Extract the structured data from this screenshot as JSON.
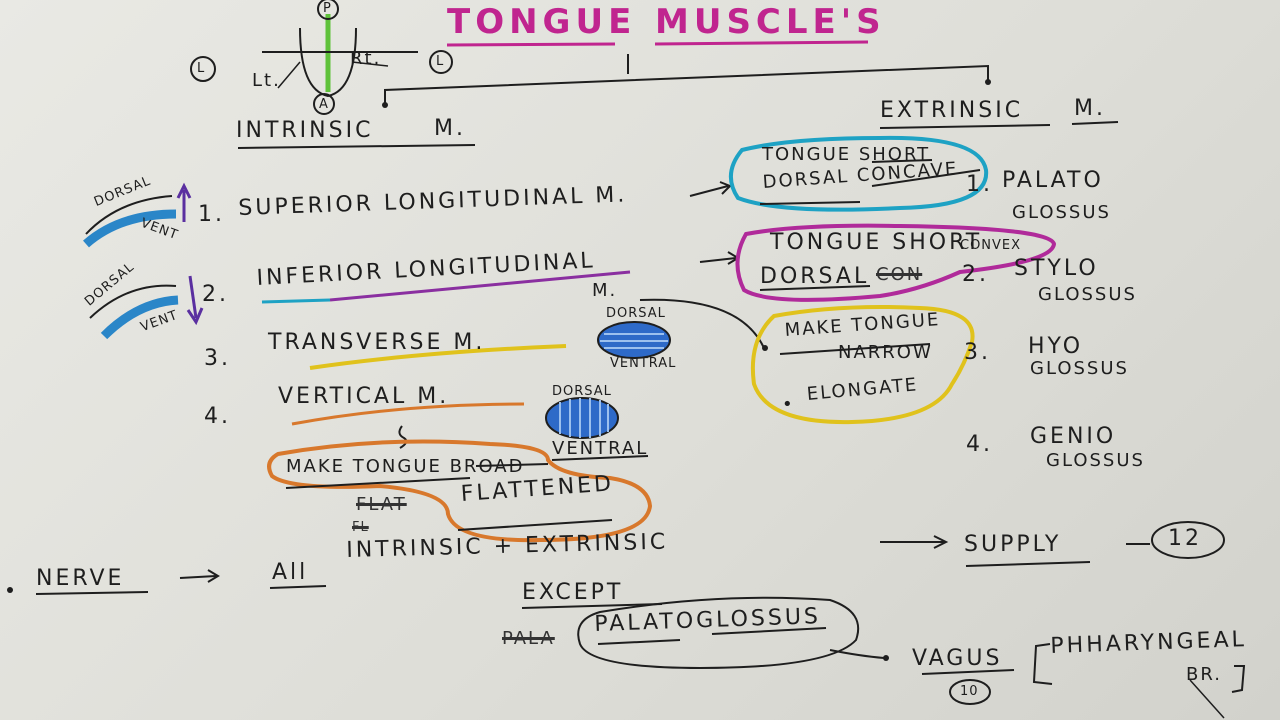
{
  "title": {
    "word1": "TONGUE",
    "word2": "MUSCLE'S"
  },
  "axis_diagram": {
    "p": "P",
    "a": "A",
    "lt": "Lt.",
    "rt": "Rt.",
    "l_left": "L",
    "l_right": "L"
  },
  "intrinsic": {
    "heading": "INTRINSIC",
    "m": "M.",
    "items": [
      {
        "num": "1.",
        "name": "SUPERIOR LONGITUDINAL M."
      },
      {
        "num": "2.",
        "name": "INFERIOR LONGITUDINAL",
        "name2": "M."
      },
      {
        "num": "3.",
        "name": "TRANSVERSE M."
      },
      {
        "num": "4.",
        "name": "VERTICAL M."
      }
    ]
  },
  "side_diagrams": {
    "dorsal_1": "DORSAL",
    "vent_1": "VENT",
    "dorsal_2": "DORSAL",
    "vent_2": "VENT"
  },
  "circles": {
    "transverse_dorsal": "DORSAL",
    "transverse_ventral": "VENTRAL",
    "vertical_dorsal": "DORSAL",
    "vertical_ventral": "VENTRAL"
  },
  "effects": {
    "superior_1": "TONGUE SHORT",
    "superior_2": "DORSAL CONCAVE",
    "inferior_1": "TONGUE SHORT",
    "inferior_2_a": "DORSAL",
    "inferior_2_struck": "CON",
    "inferior_2_b": "CONVEX",
    "transverse_1": "MAKE TONGUE",
    "transverse_2": "NARROW",
    "transverse_3": "ELONGATE",
    "vertical_1": "MAKE TONGUE BROAD",
    "vertical_struck_1": "FLAT",
    "vertical_struck_2": "FL",
    "vertical_2": "FLATTENED"
  },
  "extrinsic": {
    "heading": "EXTRINSIC",
    "m": "M.",
    "items": [
      {
        "num": "1.",
        "line1": "PALATO",
        "line2": "GLOSSUS"
      },
      {
        "num": "2.",
        "line1": "STYLO",
        "line2": "GLOSSUS"
      },
      {
        "num": "3.",
        "line1": "HYO",
        "line2": "GLOSSUS"
      },
      {
        "num": "4.",
        "line1": "GENIO",
        "line2": "GLOSSUS"
      }
    ]
  },
  "nerve": {
    "label": "NERVE",
    "all": "All",
    "phrase": "INTRINSIC + EXTRINSIC",
    "supply": "SUPPLY",
    "number": "12",
    "except": "EXCEPT",
    "struck": "PALA",
    "exception": "PALATOGLOSSUS",
    "vagus": "VAGUS",
    "vagus_number": "10",
    "branch_1": "PHHARYNGEAL",
    "branch_2": "BR."
  },
  "colors": {
    "title": "#c0258f",
    "green": "#5fc23a",
    "blue": "#2a86c8",
    "cyan": "#1ea2c4",
    "purple": "#8a2fa0",
    "magenta": "#c0258f",
    "yellow": "#e0c21c",
    "orange": "#d8782c",
    "navy": "#2a2a8a",
    "ink": "#1e1e1e"
  }
}
